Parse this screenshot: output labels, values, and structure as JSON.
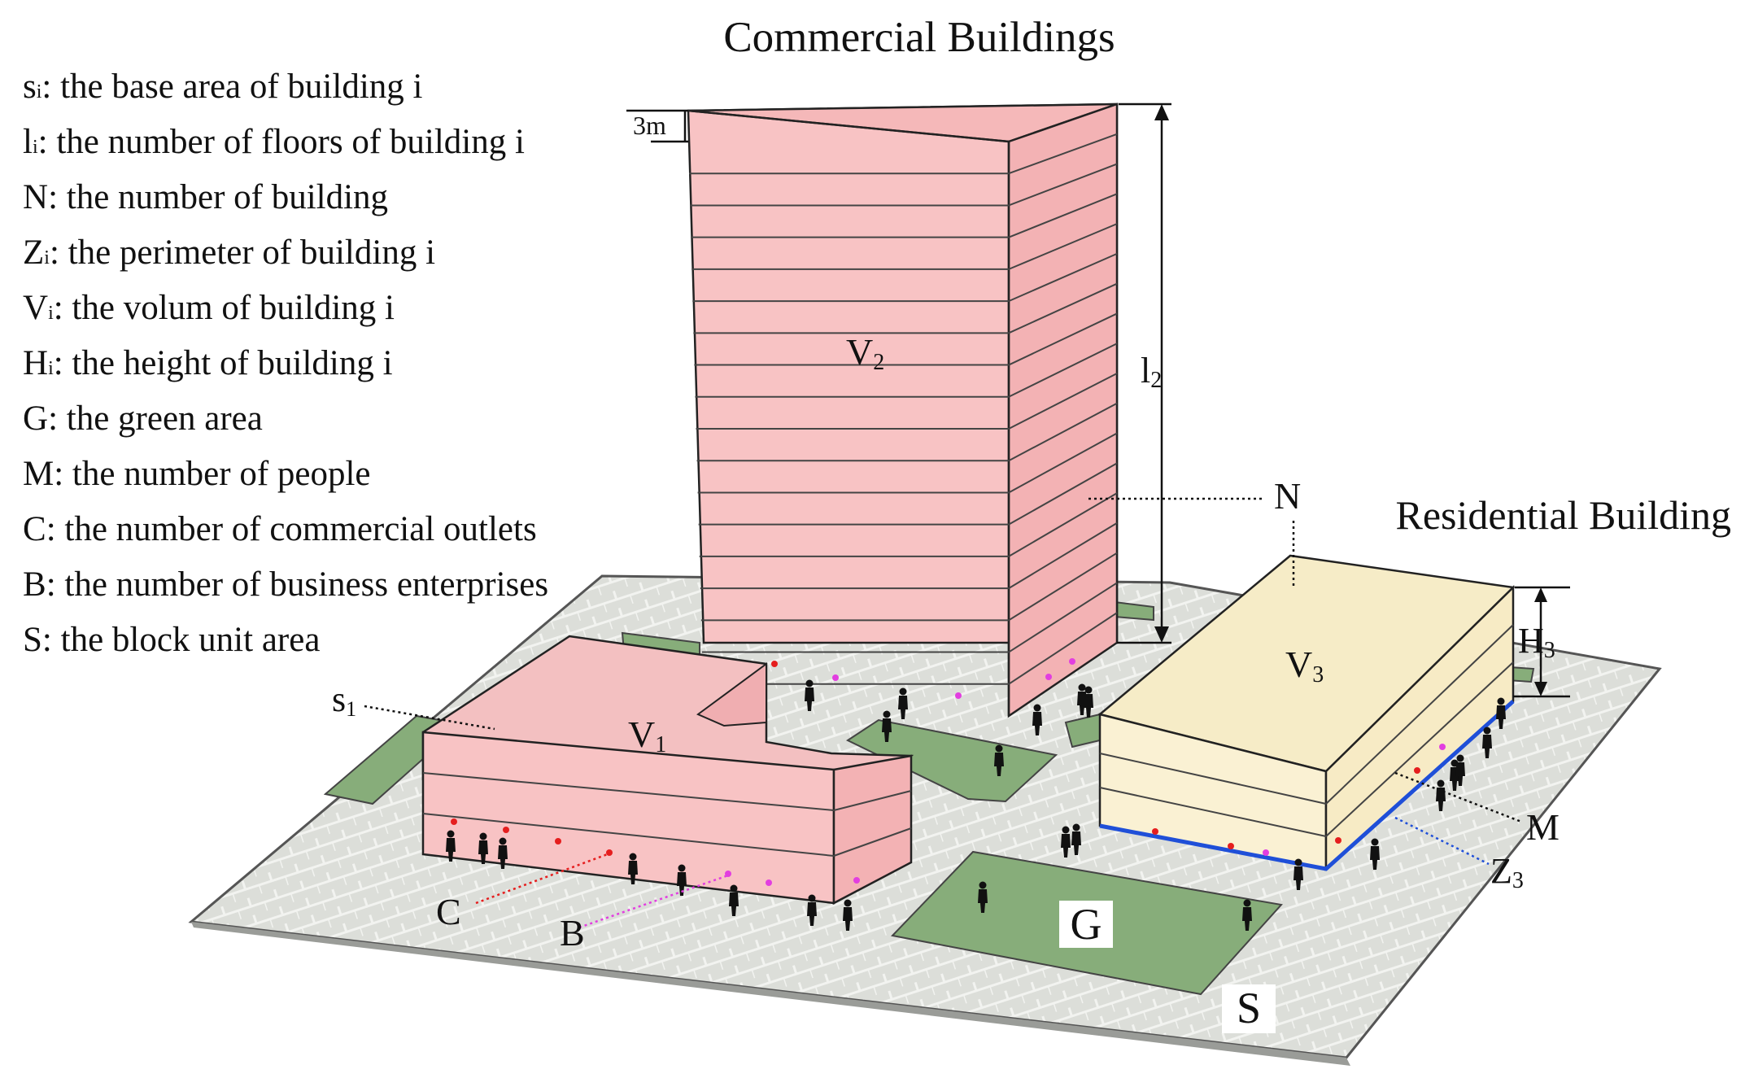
{
  "titles": {
    "commercial": "Commercial Buildings",
    "residential": "Residential Building"
  },
  "legend": [
    {
      "sym": "s",
      "sub": "i",
      "text": ": the base area of building i"
    },
    {
      "sym": "l",
      "sub": "i",
      "text": ": the number of floors of building i"
    },
    {
      "sym": "N",
      "sub": "",
      "text": ": the number of building"
    },
    {
      "sym": "Z",
      "sub": "i",
      "text": ": the perimeter of  building i"
    },
    {
      "sym": "V",
      "sub": "i",
      "text": ": the volum of  building i"
    },
    {
      "sym": "H",
      "sub": "i",
      "text": ": the height of building i"
    },
    {
      "sym": "G",
      "sub": "",
      "text": ": the green area"
    },
    {
      "sym": "M",
      "sub": "",
      "text": ": the number of people"
    },
    {
      "sym": "C",
      "sub": "",
      "text": ": the number of commercial outlets"
    },
    {
      "sym": "B",
      "sub": "",
      "text": ": the number of business enterprises"
    },
    {
      "sym": "S",
      "sub": "",
      "text": ": the block unit area"
    }
  ],
  "labels": {
    "v2": {
      "main": "V",
      "sub": "2"
    },
    "v1": {
      "main": "V",
      "sub": "1"
    },
    "v3": {
      "main": "V",
      "sub": "3"
    },
    "l2": {
      "main": "l",
      "sub": "2"
    },
    "h3": {
      "main": "H",
      "sub": "3"
    },
    "z3": {
      "main": "Z",
      "sub": "3"
    },
    "s1": {
      "main": "s",
      "sub": "1"
    },
    "floor_height": "3m",
    "n": "N",
    "m": "M",
    "c": "C",
    "b": "B",
    "g": "G",
    "s": "S"
  },
  "colors": {
    "commercial_face": "#f8c3c4",
    "commercial_side": "#f4b4b6",
    "residential_face": "#faf1d3",
    "pavement": "#d9dbd6",
    "grass": "#87ad7a",
    "perimeter_line": "#1f4fd8",
    "outlet_dot": "#e51e1e",
    "enterprise_dot": "#e23ee0"
  }
}
